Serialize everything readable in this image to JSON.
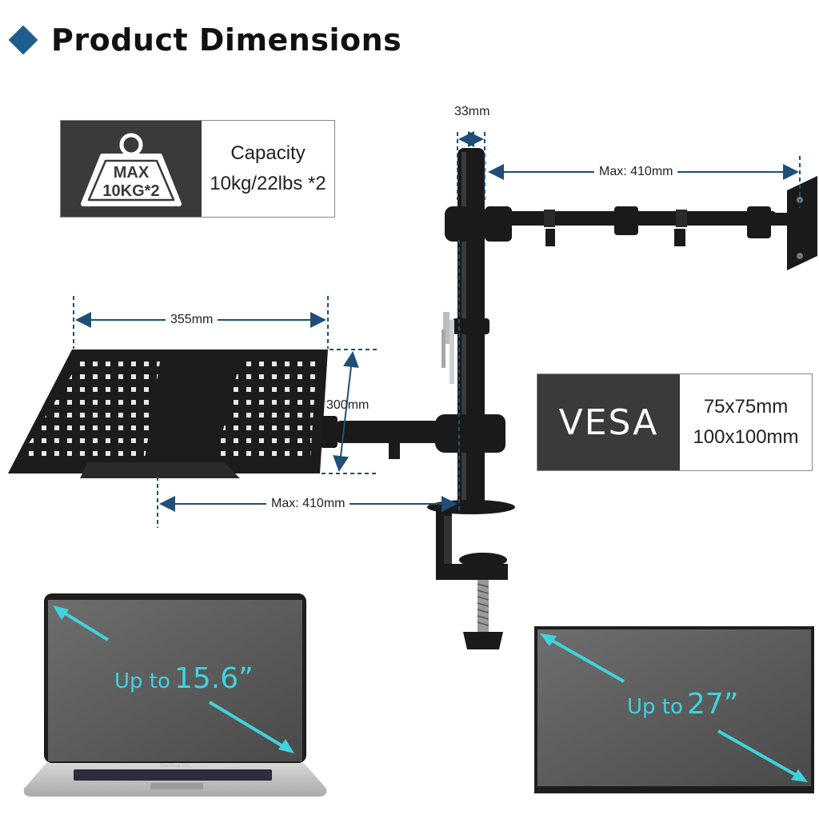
{
  "title": "Product Dimensions",
  "capacity": {
    "badge_line1": "MAX",
    "badge_line2": "10KG*2",
    "label": "Capacity",
    "value": "10kg/22lbs *2"
  },
  "vesa": {
    "label": "VESA",
    "size1": "75x75mm",
    "size2": "100x100mm"
  },
  "dimensions": {
    "pole_width": "33mm",
    "monitor_arm_max": "Max: 410mm",
    "tray_width": "355mm",
    "tray_depth": "300mm",
    "tray_arm_max": "Max: 410mm"
  },
  "laptop": {
    "prefix": "Up to",
    "size": "15.6”",
    "brand_text": "MacBook Pro"
  },
  "monitor": {
    "prefix": "Up to",
    "size": "27”"
  },
  "colors": {
    "accent_dark_blue": "#1f5e8c",
    "dimension_line": "#1f4f78",
    "cyan": "#3fd3de",
    "panel_dark": "#3a3a3a",
    "hardware": "#1a1a1a"
  }
}
